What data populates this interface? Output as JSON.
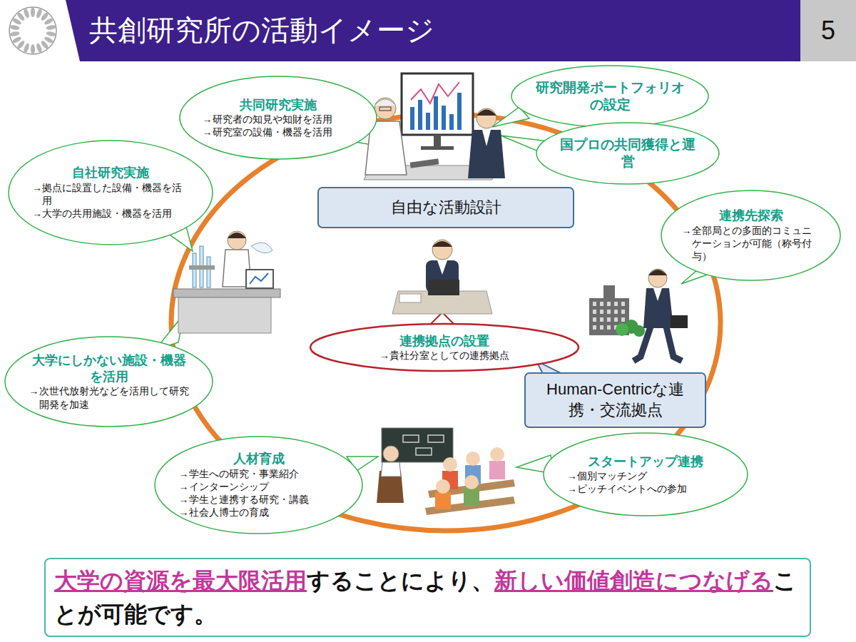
{
  "diagram": {
    "title": "共創研究所の活動イメージ",
    "nodes": [
      {
        "text": [
          "共同研究実施",
          "→研究者の知見や知財を活用",
          "→研究室の設備・機器を活用"
        ]
      },
      {
        "text": [
          "研究開発ポートフォリオの設定"
        ]
      },
      {
        "text": [
          "国プロの共同獲得と運営"
        ]
      },
      {
        "text": [
          "自由な活動設計"
        ]
      },
      {
        "text": [
          "自社研究実施",
          "→拠点に設置した設備・機器を活用",
          "→大学の共用施設・機器を活用"
        ]
      },
      {
        "text": [
          "連携先探索",
          "→全部局との多面的コミュニケーションが可能（称号付与）"
        ]
      },
      {
        "text": [
          "連携拠点の設置",
          "→貴社分室としての連携拠点"
        ]
      },
      {
        "text": [
          "大学にしかない施設・機器を活用",
          "→次世代放射光などを活用して研究開発を加速"
        ]
      },
      {
        "text": [
          "Human-Centricな連携・交流拠点"
        ]
      },
      {
        "text": [
          "人材育成",
          "→学生への研究・事業紹介",
          "→インターンシップ",
          "→学生と連携する研究・講義",
          "→社会人博士の育成"
        ]
      },
      {
        "text": [
          "スタートアップ連携",
          "→個別マッチング",
          "→ピッチイベントへの参加"
        ]
      },
      {
        "text": [
          "大学の資源を最大限活用",
          "することにより、",
          "新しい価値創造につなげる",
          "ことが可能です。"
        ]
      }
    ],
    "labels": [
      "5"
    ]
  }
}
